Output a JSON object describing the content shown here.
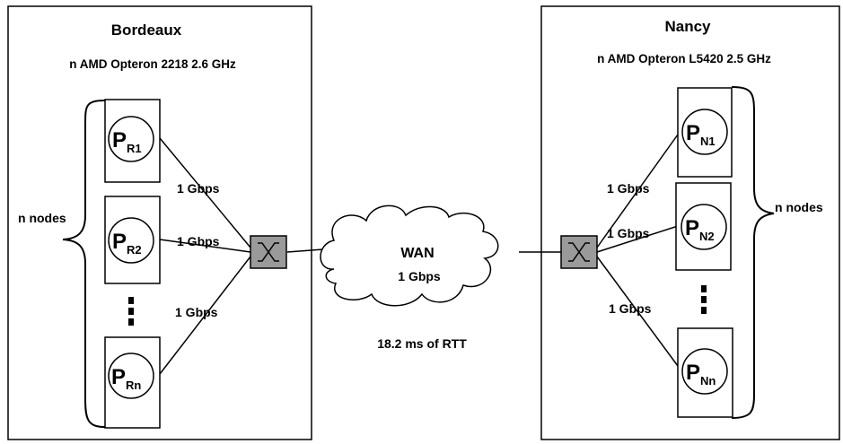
{
  "sites": {
    "bordeaux": {
      "name": "Bordeaux",
      "cpu": "n AMD Opteron 2218 2.6 GHz",
      "nodes_label": "n nodes",
      "nodes": [
        {
          "p": "P",
          "sub": "R1"
        },
        {
          "p": "P",
          "sub": "R2"
        },
        {
          "p": "P",
          "sub": "Rn"
        }
      ]
    },
    "nancy": {
      "name": "Nancy",
      "cpu": "n AMD Opteron L5420 2.5 GHz",
      "nodes_label": "n nodes",
      "nodes": [
        {
          "p": "P",
          "sub": "N1"
        },
        {
          "p": "P",
          "sub": "N2"
        },
        {
          "p": "P",
          "sub": "Nn"
        }
      ]
    }
  },
  "links": {
    "bordeaux": [
      "1 Gbps",
      "1 Gbps",
      "1 Gbps"
    ],
    "nancy": [
      "1 Gbps",
      "1 Gbps",
      "1 Gbps"
    ]
  },
  "wan": {
    "label": "WAN",
    "speed": "1 Gbps",
    "rtt": "18.2 ms of RTT"
  }
}
